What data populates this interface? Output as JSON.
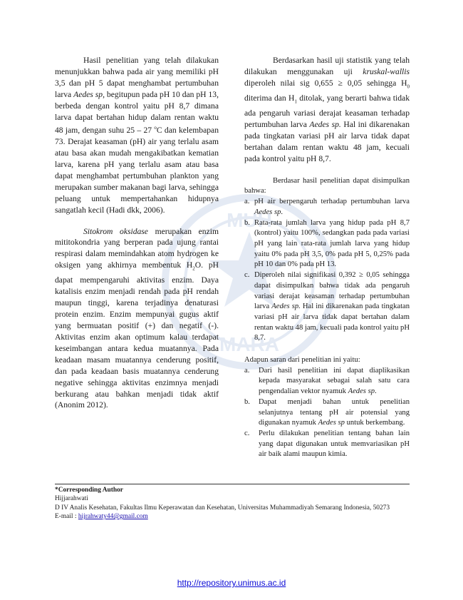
{
  "left_column": {
    "p1": {
      "t1": "Hasil penelitian yang telah dilakukan menunjukkan bahwa pada air yang memiliki pH 3,5 dan pH 5 dapat menghambat pertumbuhan larva ",
      "t1_it": "Aedes sp",
      "t2": ", begitupun pada pH 10 dan pH 13, berbeda dengan kontrol yaitu pH 8,7 dimana larva dapat bertahan hidup dalam rentan waktu 48 jam, dengan suhu 25 – 27 ",
      "deg": "o",
      "t3": "C dan kelembapan 73. Derajat keasaman (pH) air yang terlalu asam atau basa akan mudah mengakibatkan kematian larva, karena pH yang terlalu asam atau basa dapat menghambat pertumbuhan plankton yang merupakan sumber makanan bagi larva, sehingga peluang untuk mempertahankan hidupnya sangatlah kecil (Hadi dkk, 2006)."
    },
    "p2": {
      "it": "Sitokrom oksidase",
      "t1": " merupakan enzim mititokondria yang berperan pada ujung rantai respirasi dalam memindahkan atom hydrogen ke oksigen yang akhirnya membentuk H",
      "sub": "2",
      "t2": "O. pH dapat mempengaruhi aktivitas enzim. Daya katalisis enzim menjadi rendah pada pH rendah maupun tinggi, karena terjadinya denaturasi protein enzim. Enzim mempunyai gugus aktif yang bermuatan positif (+) dan negatif (-). Aktivitas enzim akan optimum kalau terdapat keseimbangan antara kedua muatannya. Pada keadaan masam muatannya cenderung positif, dan pada keadaan basis muatannya cenderung negative sehingga aktivitas enzimnya menjadi berkurang atau bahkan menjadi tidak aktif (Anonim 2012)."
    }
  },
  "right_column": {
    "p1": {
      "t1": "Berdasarkan hasil uji statistik yang telah dilakukan menggunakan uji ",
      "it": "kruskal-wallis",
      "t2": " diperoleh nilai sig 0,655 ≥ 0,05 sehingga H",
      "sub0": "0",
      "t3": " diterima dan H",
      "sub1": "1",
      "t4": " ditolak, yang berarti bahwa tidak ada pengaruh variasi derajat keasaman terhadap pertumbuhan larva ",
      "it2": "Aedes sp.",
      "t5": " Hal ini dikarenakan pada tingkatan variasi pH air larva tidak dapat bertahan dalam rentan waktu 48 jam, kecuali pada kontrol yaitu pH 8,7."
    },
    "conclusion_intro": "Berdasar hasil penelitian dapat disimpulkan bahwa:",
    "conclusions": [
      {
        "marker": "a.",
        "t1": "pH air berpengaruh terhadap pertumbuhan larva ",
        "it": "Aedes sp",
        "t2": "."
      },
      {
        "marker": "b.",
        "t1": "Rata-rata jumlah larva yang hidup pada pH 8,7 (kontrol) yaitu 100%, sedangkan pada pada variasi pH yang lain rata-rata jumlah larva yang hidup yaitu 0% pada pH 3,5, 0% pada pH 5, 0,25% pada pH 10 dan 0% pada pH 13.",
        "it": "",
        "t2": ""
      },
      {
        "marker": "c.",
        "t1": "Diperoleh nilai signifikasi 0,392 ≥ 0,05 sehingga dapat disimpulkan bahwa tidak ada pengaruh variasi derajat keasaman terhadap pertumbuhan larva ",
        "it": "Aedes sp.",
        "t2": " Hal ini dikarenakan pada tingkatan variasi pH air larva tidak dapat bertahan dalam rentan waktu 48 jam, kecuali pada kontrol yaitu pH 8,7."
      }
    ],
    "suggestion_intro": "Adapun saran dari penelitian ini yaitu:",
    "suggestions": [
      {
        "marker": "a.",
        "t1": "Dari hasil penelitian ini dapat diaplikasikan kepada masyarakat sebagai salah satu cara pengendalian vektor nyamuk ",
        "it": "Aedes sp",
        "t2": "."
      },
      {
        "marker": "b.",
        "t1": "Dapat menjadi bahan untuk penelitian selanjutnya tentang pH air potensial yang digunakan nyamuk ",
        "it": "Aedes sp",
        "t2": " untuk berkembang."
      },
      {
        "marker": "c.",
        "t1": "Perlu dilakukan penelitian tentang bahan lain yang dapat digunakan untuk memvariasikan pH air baik alami maupun kimia.",
        "it": "",
        "t2": ""
      }
    ]
  },
  "footnote": {
    "heading": "*Corresponding Author",
    "name": "Hijjarahwati",
    "affiliation": "D IV Analis Kesehatan, Fakultas Ilmu Keperawatan dan Kesehatan, Universitas Muhammadiyah Semarang Indonesia, 50273",
    "email_label": "E-mail : ",
    "email": "hijrahwaty44@gmail.com"
  },
  "repository_url": "http://repository.unimus.ac.id",
  "watermark": {
    "text_top": "MUH",
    "text_bottom": "MARA",
    "icon": "university-seal-icon",
    "color": "#2a5ea8"
  }
}
